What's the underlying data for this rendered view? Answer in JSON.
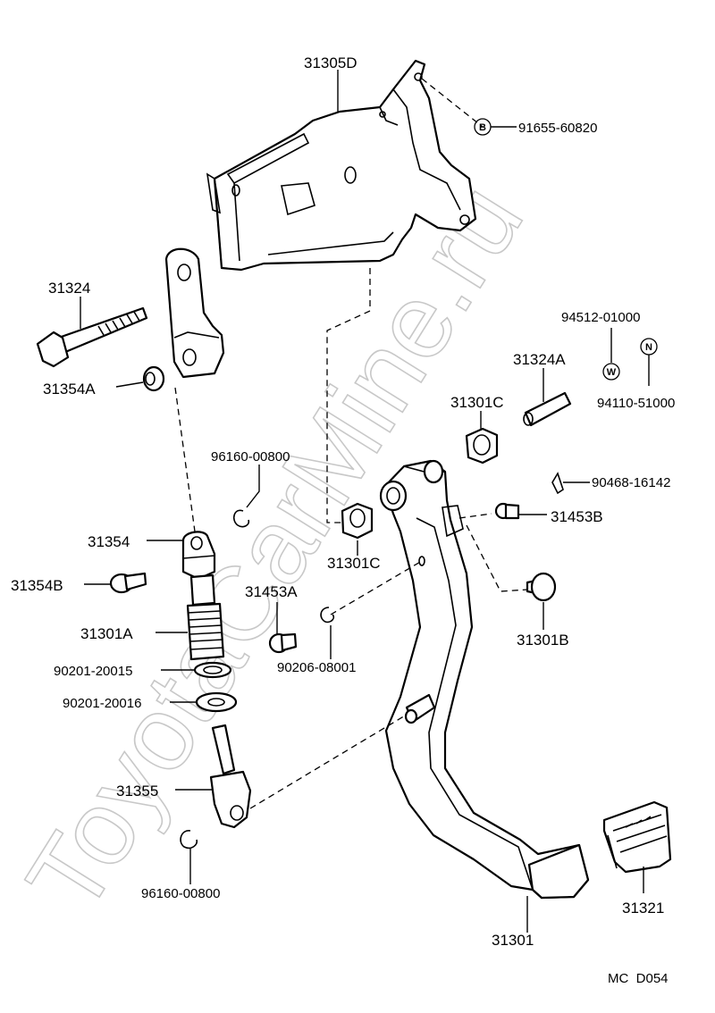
{
  "watermark": "ToyotaCarMine.ru",
  "diagram_code": "MC  D054",
  "labels": {
    "p31305D": "31305D",
    "p91655": "91655-60820",
    "p31324": "31324",
    "p31354A": "31354A",
    "p94512": "94512-01000",
    "p31324A": "31324A",
    "p94110": "94110-51000",
    "p31301C_top": "31301C",
    "p96160_top": "96160-00800",
    "p90468": "90468-16142",
    "p31354": "31354",
    "p31453B": "31453B",
    "p31354B": "31354B",
    "p31301C_bot": "31301C",
    "p31453A": "31453A",
    "p31301B": "31301B",
    "p31301A": "31301A",
    "p90201_20015": "90201-20015",
    "p90206": "90206-08001",
    "p90201_20016": "90201-20016",
    "p31355": "31355",
    "p96160_bot": "96160-00800",
    "p31301": "31301",
    "p31321": "31321"
  },
  "symbols": {
    "bolt_b": "B",
    "washer_w": "W",
    "nut_n": "N"
  }
}
